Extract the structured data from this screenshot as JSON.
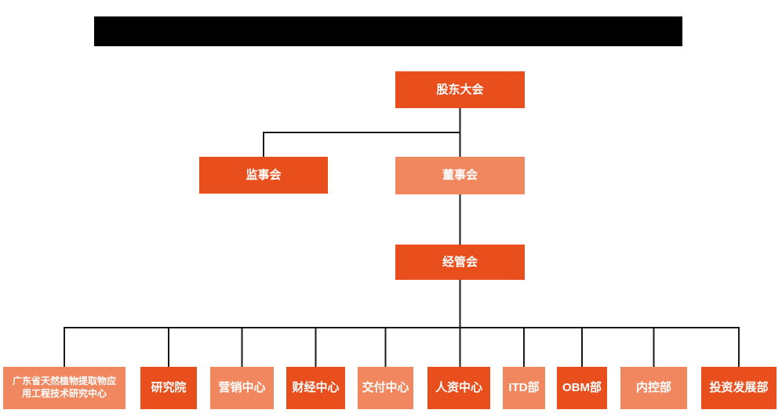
{
  "theme": {
    "primary_color": "#E94E1D",
    "secondary_color": "#F0875F",
    "text_color": "#FFFFFF",
    "line_color": "#1A1A1A",
    "background_color": "#FFFFFF",
    "redaction_color": "#000000"
  },
  "org_chart": {
    "nodes": {
      "shareholders_meeting": {
        "label": "股东大会",
        "variant": "primary"
      },
      "supervisory_board": {
        "label": "监事会",
        "variant": "primary"
      },
      "board_of_directors": {
        "label": "董事会",
        "variant": "secondary"
      },
      "management_committee": {
        "label": "经管会",
        "variant": "primary"
      }
    },
    "departments": [
      {
        "label": "广东省天然植物提取物应用工程技术研究中心",
        "variant": "secondary"
      },
      {
        "label": "研究院",
        "variant": "primary"
      },
      {
        "label": "营销中心",
        "variant": "secondary"
      },
      {
        "label": "财经中心",
        "variant": "primary"
      },
      {
        "label": "交付中心",
        "variant": "secondary"
      },
      {
        "label": "人资中心",
        "variant": "primary"
      },
      {
        "label": "ITD部",
        "variant": "secondary"
      },
      {
        "label": "OBM部",
        "variant": "primary"
      },
      {
        "label": "内控部",
        "variant": "secondary"
      },
      {
        "label": "投资发展部",
        "variant": "primary"
      }
    ],
    "hierarchy": [
      {
        "parent": "股东大会",
        "children": [
          "监事会",
          "董事会"
        ]
      },
      {
        "parent": "董事会",
        "children": [
          "经管会"
        ]
      },
      {
        "parent": "经管会",
        "children": [
          "广东省天然植物提取物应用工程技术研究中心",
          "研究院",
          "营销中心",
          "财经中心",
          "交付中心",
          "人资中心",
          "ITD部",
          "OBM部",
          "内控部",
          "投资发展部"
        ]
      }
    ]
  }
}
